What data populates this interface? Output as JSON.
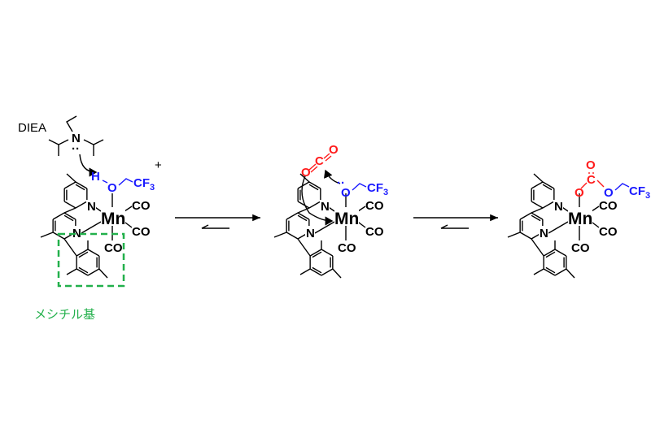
{
  "reagent": {
    "name": "DIEA",
    "plus": "+"
  },
  "labels": {
    "mn": "Mn",
    "n": "N",
    "co": "CO",
    "h": "H",
    "o": "O",
    "c": "C",
    "cf3_main": "CF",
    "cf3_sub": "3"
  },
  "annotation": {
    "mesityl_label": "メシチル基"
  },
  "colors": {
    "substrate": "#1a1aff",
    "co2": "#ff1a1a",
    "highlight": "#22b04b"
  }
}
